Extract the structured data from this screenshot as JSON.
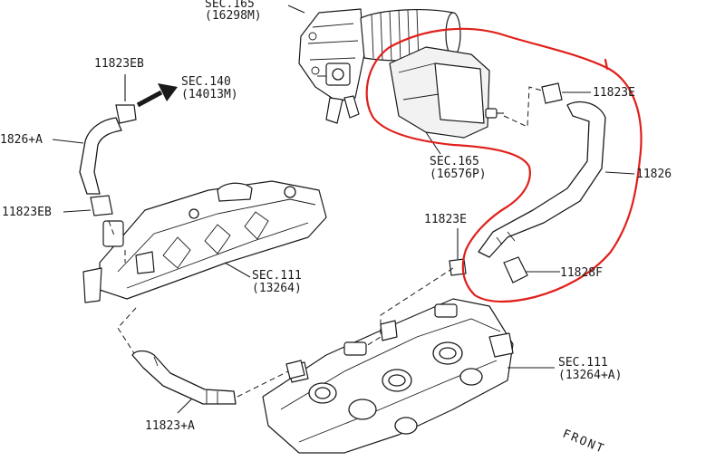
{
  "labels": {
    "sec165_top_code": "SEC.165",
    "sec165_top_part": "(16298M)",
    "sec140_code": "SEC.140",
    "sec140_part": "(14013M)",
    "clip_11823eb_top": "11823EB",
    "hose_11826a": "1826+A",
    "clip_11823eb_left": "11823EB",
    "sec165_mid_code": "SEC.165",
    "sec165_mid_part": "(16576P)",
    "clip_11823e_right": "11823E",
    "hose_11826": "11826",
    "clip_11823e_mid": "11823E",
    "clip_11828f": "11828F",
    "sec111_left_code": "SEC.111",
    "sec111_left_part": "(13264)",
    "sec111_right_code": "SEC.111",
    "sec111_right_part": "(13264+A)",
    "hose_11823a": "11823+A",
    "front": "FRONT"
  },
  "colors": {
    "line": "#1a1a1a",
    "highlight": "#e0201b",
    "background": "#ffffff"
  }
}
